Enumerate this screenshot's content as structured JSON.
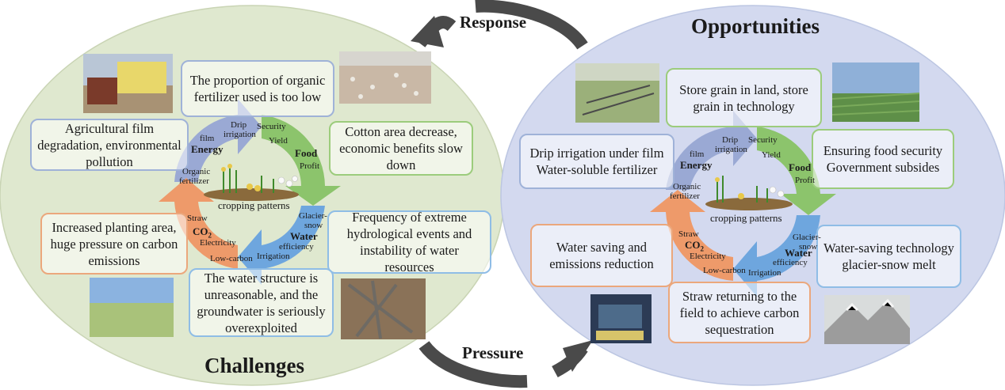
{
  "header": {
    "response": "Response",
    "pressure": "Pressure",
    "opportunities": "Opportunities",
    "challenges": "Challenges"
  },
  "left": {
    "boxes": {
      "organic": "The proportion of organic fertilizer used is too low",
      "film": "Agricultural film degradation, environmental pollution",
      "cotton": "Cotton area decrease, economic benefits slow down",
      "carbon": "Increased planting area, huge pressure on carbon emissions",
      "extreme": "Frequency of extreme hydrological events and instability of water resources",
      "water": "The water structure is unreasonable, and the groundwater is seriously overexploited"
    }
  },
  "right": {
    "boxes": {
      "grain": "Store grain in land, store grain in technology",
      "drip": "Drip irrigation under film Water-soluble fertilizer",
      "food": "Ensuring food security Government subsides",
      "saving": "Water saving and emissions reduction",
      "tech": "Water-saving technology glacier-snow melt",
      "straw": "Straw returning to the field to achieve carbon sequestration"
    }
  },
  "cycle": {
    "energy": "Energy",
    "food": "Food",
    "water": "Water",
    "co2": "CO",
    "co2_sub": "2",
    "drip": "Drip",
    "irrigation_top": "irrigation",
    "film": "film",
    "organic": "Organic",
    "fertilizer": "fertilizer",
    "security": "Security",
    "yield": "Yield",
    "profit": "Profit",
    "glacier": "Glacier-",
    "snow": "snow",
    "melt_eff": "efficiency",
    "irrigation": "Irrigation",
    "low_carbon": "Low-carbon",
    "electricity": "Electricity",
    "straw": "Straw",
    "center": "cropping patterns"
  },
  "colors": {
    "left_bg": "#dfe8cf",
    "right_bg": "#d3d9ef",
    "energy": "#9aa9d4",
    "food": "#8cc46c",
    "water": "#6ea6de",
    "co2": "#ee9a6a"
  }
}
